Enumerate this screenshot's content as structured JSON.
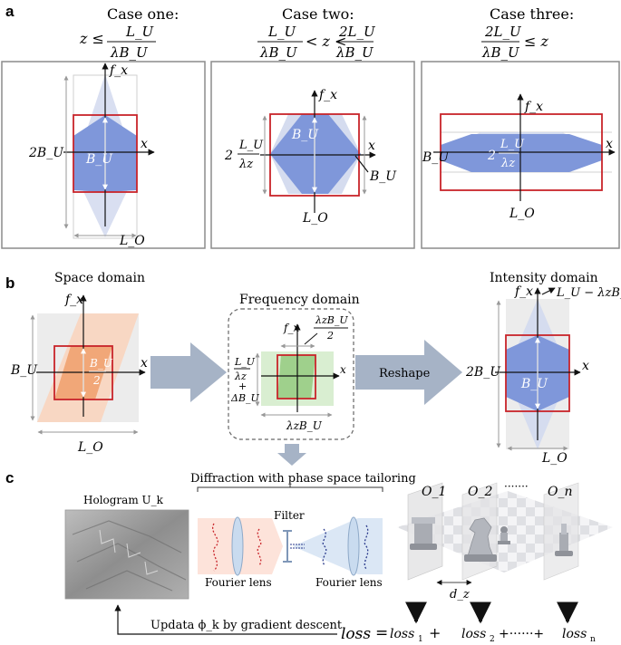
{
  "panel_labels": {
    "a": "a",
    "b": "b",
    "c": "c"
  },
  "case_one": {
    "title": "Case one:",
    "cond_lhs": "z ≤",
    "cond_num": "L_U",
    "cond_den": "λB_U",
    "label_left": "2B_U",
    "label_center": "B_U",
    "label_bottom": "L_O",
    "axis_x": "x",
    "axis_f": "f_x"
  },
  "case_two": {
    "title": "Case two:",
    "cond_num1": "L_U",
    "cond_den1": "λB_U",
    "cond_mid": "< z <",
    "cond_num2": "2L_U",
    "cond_den2": "λB_U",
    "label_left_coef": "2",
    "label_left_num": "L_U",
    "label_left_den": "λz",
    "label_center": "B_U",
    "label_right": "B_U",
    "label_bottom": "L_O",
    "axis_x": "x",
    "axis_f": "f_x"
  },
  "case_three": {
    "title": "Case three:",
    "cond_num": "2L_U",
    "cond_den": "λB_U",
    "cond_rhs": "≤ z",
    "label_left": "B_U",
    "label_center_coef": "2",
    "label_center_num": "L_U",
    "label_center_den": "λz",
    "label_bottom": "L_O",
    "axis_x": "x",
    "axis_f": "f_x"
  },
  "space_domain": {
    "title": "Space domain",
    "label_left": "B_U",
    "label_center_num": "B_U",
    "label_center_den": "2",
    "label_bottom": "L_O",
    "axis_x": "x",
    "axis_f": "f_x"
  },
  "frequency_domain": {
    "title": "Frequency domain",
    "label_top_num": "λzB_U",
    "label_top_den": "2",
    "label_left_num": "L_U",
    "label_left_den": "λz",
    "label_left_plus": "+",
    "label_left_delta": "ΔB_U",
    "label_bottom": "λzB_U",
    "axis_x": "x",
    "axis_f": "f_x"
  },
  "reshape_label": "Reshape",
  "intensity_domain": {
    "title": "Intensity domain",
    "label_top": "L_U − λzB_U",
    "label_left": "2B_U",
    "label_center": "B_U",
    "label_bottom": "L_O",
    "axis_x": "x",
    "axis_f": "f_x"
  },
  "diffraction_title": "Diffraction with phase space tailoring",
  "hologram_label": "Hologram U_k",
  "filter_label": "Filter",
  "fourier_lens_1": "Fourier lens",
  "fourier_lens_2": "Fourier lens",
  "object_labels": [
    "O_1",
    "O_2",
    "·······",
    "O_n"
  ],
  "dz_label": "d_z",
  "update_label": "Updata ϕ_k by gradient descent",
  "loss_equation": {
    "lhs": "loss",
    "eq": "=",
    "t1": "loss",
    "s1": "1",
    "plus1": "+",
    "t2": "loss",
    "s2": "2",
    "plus2": "+······+",
    "t3": "loss",
    "s3": "n"
  },
  "colors": {
    "blue": "#7f97da",
    "pale_blue": "#d5dcef",
    "red": "#c8242a",
    "orange": "#f1a778",
    "green": "#9fd08c",
    "arrow_gray": "#a6b3c6",
    "frame": "#8c8c8c"
  }
}
